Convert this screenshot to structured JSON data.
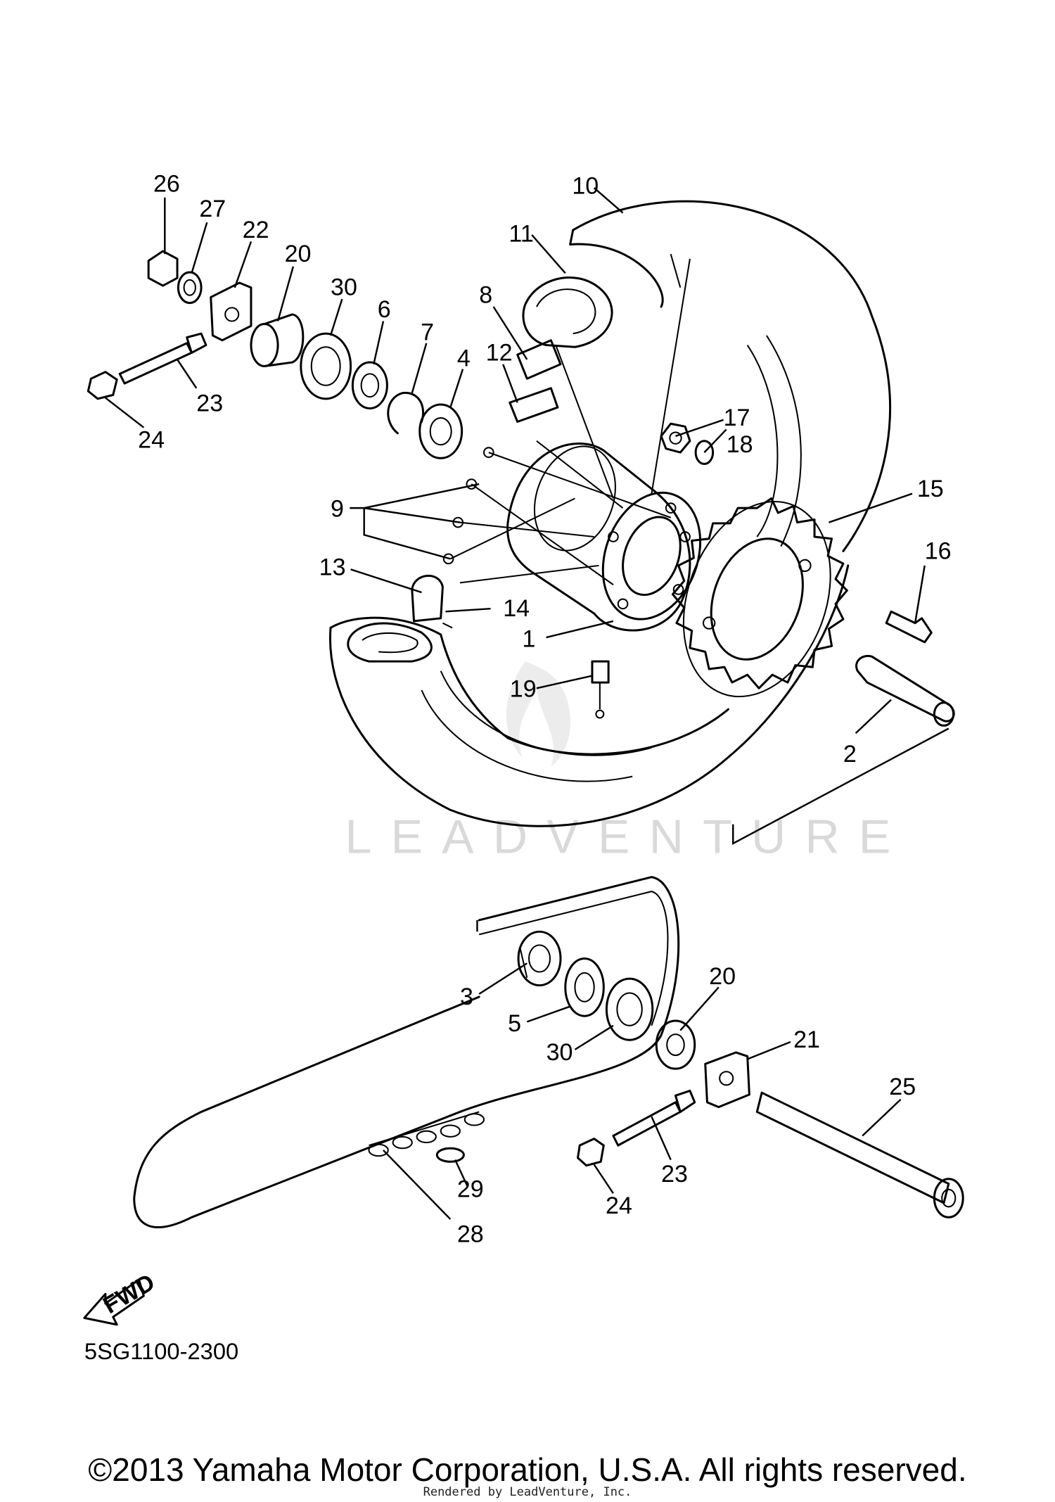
{
  "callouts": [
    {
      "id": "c26",
      "label": "26"
    },
    {
      "id": "c27",
      "label": "27"
    },
    {
      "id": "c22",
      "label": "22"
    },
    {
      "id": "c20a",
      "label": "20"
    },
    {
      "id": "c30a",
      "label": "30"
    },
    {
      "id": "c6",
      "label": "6"
    },
    {
      "id": "c7",
      "label": "7"
    },
    {
      "id": "c4",
      "label": "4"
    },
    {
      "id": "c23a",
      "label": "23"
    },
    {
      "id": "c24a",
      "label": "24"
    },
    {
      "id": "c10",
      "label": "10"
    },
    {
      "id": "c11",
      "label": "11"
    },
    {
      "id": "c8",
      "label": "8"
    },
    {
      "id": "c12",
      "label": "12"
    },
    {
      "id": "c17",
      "label": "17"
    },
    {
      "id": "c18",
      "label": "18"
    },
    {
      "id": "c15",
      "label": "15"
    },
    {
      "id": "c16",
      "label": "16"
    },
    {
      "id": "c9",
      "label": "9"
    },
    {
      "id": "c13",
      "label": "13"
    },
    {
      "id": "c14",
      "label": "14"
    },
    {
      "id": "c1",
      "label": "1"
    },
    {
      "id": "c19",
      "label": "19"
    },
    {
      "id": "c2",
      "label": "2"
    },
    {
      "id": "c3",
      "label": "3"
    },
    {
      "id": "c5",
      "label": "5"
    },
    {
      "id": "c30b",
      "label": "30"
    },
    {
      "id": "c20b",
      "label": "20"
    },
    {
      "id": "c21",
      "label": "21"
    },
    {
      "id": "c25",
      "label": "25"
    },
    {
      "id": "c23b",
      "label": "23"
    },
    {
      "id": "c24b",
      "label": "24"
    },
    {
      "id": "c29",
      "label": "29"
    },
    {
      "id": "c28",
      "label": "28"
    }
  ],
  "watermark": "LEADVENTURE",
  "fwd_label": "FWD",
  "diagram_code": "5SG1100-2300",
  "copyright": "©2013 Yamaha Motor Corporation, U.S.A. All rights reserved.",
  "rendered_by": "Rendered by LeadVenture, Inc."
}
